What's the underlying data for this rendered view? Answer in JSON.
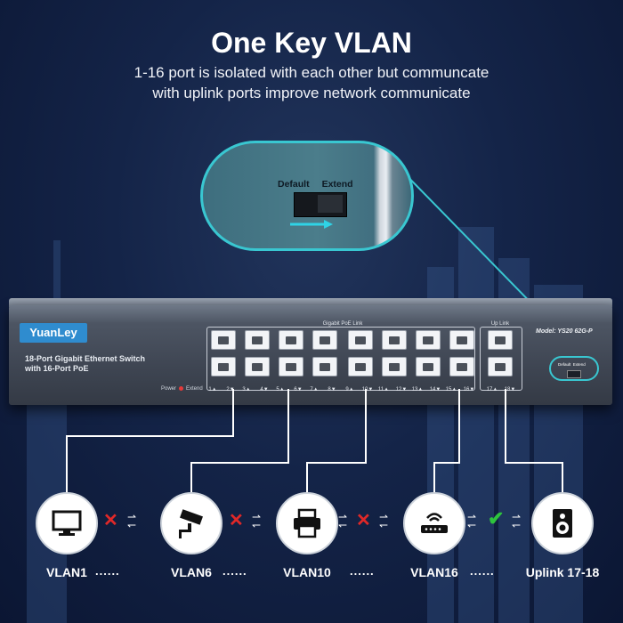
{
  "header": {
    "title": "One Key VLAN",
    "subtitle_line1": "1-16 port is isolated with each other but communcate",
    "subtitle_line2": "with uplink ports improve network communicate"
  },
  "zoom": {
    "default_label": "Default",
    "extend_label": "Extend"
  },
  "switch": {
    "brand": "YuanLey",
    "desc_line1": "18-Port Gigabit Ethernet Switch",
    "desc_line2": "with 16-Port PoE",
    "power_label": "Power",
    "extend_led_label": "Extend",
    "poe_group_label": "Gigabit PoE Link",
    "uplink_group_label": "Up Link",
    "model": "Model: YS20 62G-P",
    "dip_default": "Default",
    "dip_extend": "Extend",
    "port_labels": [
      "1▲",
      "2▼",
      "3▲",
      "4▼",
      "5▲",
      "6▼",
      "7▲",
      "8▼",
      "9▲",
      "10▼",
      "11▲",
      "12▼",
      "13▲",
      "14▼",
      "15▲",
      "16▼"
    ],
    "uplink_labels": [
      "17▲",
      "18▼"
    ]
  },
  "devices": [
    {
      "label": "VLAN1",
      "icon": "monitor-icon"
    },
    {
      "label": "VLAN6",
      "icon": "camera-icon"
    },
    {
      "label": "VLAN10",
      "icon": "printer-icon"
    },
    {
      "label": "VLAN16",
      "icon": "router-icon"
    },
    {
      "label": "Uplink 17-18",
      "icon": "speaker-icon"
    }
  ],
  "separators": [
    "......",
    "......",
    "......",
    "......"
  ],
  "colors": {
    "accent": "#39c7d1",
    "blocked": "#e02828",
    "allowed": "#2ec43d",
    "brand": "#2f8ccf"
  }
}
